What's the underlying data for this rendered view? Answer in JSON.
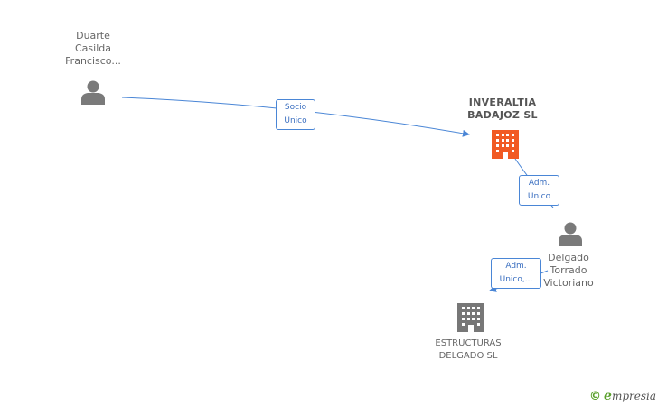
{
  "nodes": {
    "duarte": {
      "lines": [
        "Duarte",
        "Casilda",
        "Francisco..."
      ],
      "type": "person"
    },
    "inveraltia": {
      "lines": [
        "INVERALTIA",
        "BADAJOZ SL"
      ],
      "type": "company-main"
    },
    "delgado": {
      "lines": [
        "Delgado",
        "Torrado",
        "Victoriano"
      ],
      "type": "person"
    },
    "estructuras": {
      "lines": [
        "ESTRUCTURAS",
        "DELGADO SL"
      ],
      "type": "company"
    }
  },
  "edges": {
    "e1": {
      "lines": [
        "Socio",
        "Único"
      ]
    },
    "e2": {
      "lines": [
        "Adm.",
        "Unico"
      ]
    },
    "e3": {
      "lines": [
        "Adm.",
        "Unico,..."
      ]
    }
  },
  "colors": {
    "edge": "#4a86d6",
    "person_icon": "#7a7a7a",
    "company_main": "#f15a24",
    "company": "#777777"
  },
  "footer": {
    "copyright": "©",
    "brand_initial": "e",
    "brand_rest": "mpresia"
  }
}
